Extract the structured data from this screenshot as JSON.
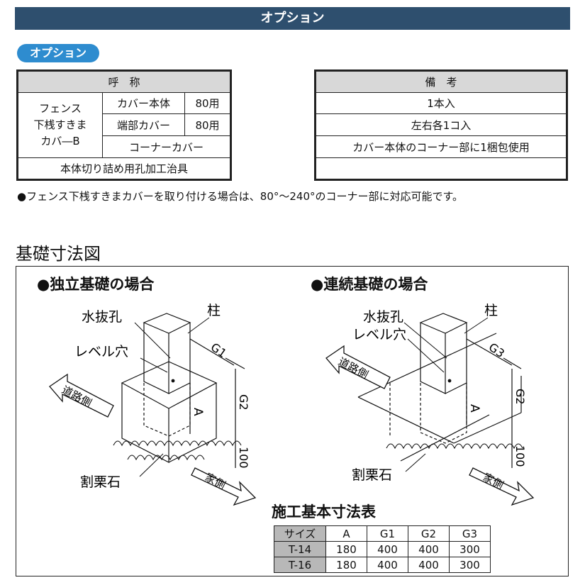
{
  "banner_title": "オプション",
  "option_pill": "オプション",
  "options_table": {
    "name_header": "呼　称",
    "remarks_header": "備　考",
    "group_label": "フェンス\n下桟すきま\nカバ―B",
    "rows": [
      {
        "name": "カバー本体",
        "size": "80用",
        "remark": "1本入"
      },
      {
        "name": "端部カバー",
        "size": "80用",
        "remark": "左右各1コ入"
      },
      {
        "name": "コーナーカバー",
        "size": "",
        "remark": "カバー本体のコーナー部に1梱包使用"
      },
      {
        "name": "本体切り詰め用孔加工治具",
        "size": "",
        "remark": ""
      }
    ]
  },
  "note": "●フェンス下桟すきまカバーを取り付ける場合は、80°～240°のコーナー部に対応可能です。",
  "foundation_title": "基礎寸法図",
  "diagram_left": {
    "title": "●独立基礎の場合",
    "labels": {
      "drain": "水抜孔",
      "post": "柱",
      "level": "レベル穴",
      "road": "道路側",
      "house": "家側",
      "gravel": "割栗石",
      "a": "A",
      "g1": "G1",
      "g2": "G2",
      "h100": "100"
    }
  },
  "diagram_right": {
    "title": "●連続基礎の場合",
    "labels": {
      "drain": "水抜孔",
      "post": "柱",
      "level": "レベル穴",
      "road": "道路側",
      "house": "家側",
      "gravel": "割栗石",
      "a": "A",
      "g3": "G3",
      "g2": "G2",
      "h100": "100"
    }
  },
  "dimension_table": {
    "title": "施工基本寸法表",
    "headers": [
      "サイズ",
      "A",
      "G1",
      "G2",
      "G3"
    ],
    "rows": [
      [
        "T-14",
        "180",
        "400",
        "400",
        "300"
      ],
      [
        "T-16",
        "180",
        "400",
        "400",
        "300"
      ]
    ]
  },
  "colors": {
    "banner": "#2e4f6e",
    "pill": "#2e8ccf",
    "header_fill": "#d8d8d8",
    "table_label_fill": "#b8b8b8"
  }
}
